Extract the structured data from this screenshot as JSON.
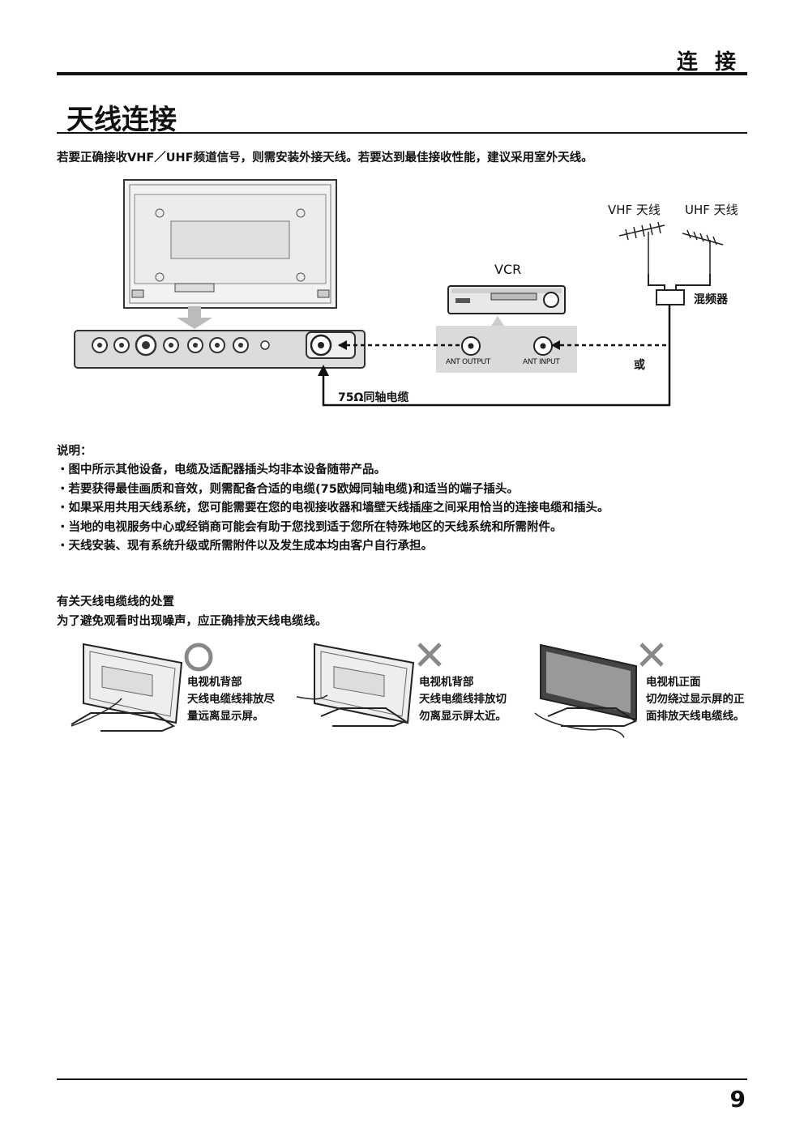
{
  "header": {
    "section_tab": "连 接",
    "page_title": "天线连接",
    "intro": "若要正确接收VHF／UHF频道信号，则需安装外接天线。若要达到最佳接收性能，建议采用室外天线。"
  },
  "diagram": {
    "vhf_label": "VHF 天线",
    "uhf_label": "UHF 天线",
    "mixer_label": "混频器",
    "vcr_label": "VCR",
    "ant_output_label": "ANT OUTPUT",
    "ant_input_label": "ANT INPUT",
    "or_label": "或",
    "cable_label": "75Ω同轴电缆"
  },
  "notes": {
    "title": "说明：",
    "items": [
      "・图中所示其他设备，电缆及适配器插头均非本设备随带产品。",
      "・若要获得最佳画质和音效，则需配备合适的电缆(75欧姆同轴电缆)和适当的端子插头。",
      "・如果采用共用天线系统，您可能需要在您的电视接收器和墙壁天线插座之间采用恰当的连接电缆和插头。",
      "・当地的电视服务中心或经销商可能会有助于您找到适于您所在特殊地区的天线系统和所需附件。",
      "・天线安装、现有系统升级或所需附件以及发生成本均由客户自行承担。"
    ]
  },
  "cable_handling": {
    "title": "有关天线电缆线的处置",
    "description": "为了避免观看时出现噪声，应正确排放天线电缆线。",
    "examples": [
      {
        "symbol": "○",
        "heading": "电视机背部",
        "line1": "天线电缆线排放尽",
        "line2": "量远离显示屏。"
      },
      {
        "symbol": "✕",
        "heading": "电视机背部",
        "line1": "天线电缆线排放切",
        "line2": "勿离显示屏太近。"
      },
      {
        "symbol": "✕",
        "heading": "电视机正面",
        "line1": "切勿绕过显示屏的正",
        "line2": "面排放天线电缆线。"
      }
    ]
  },
  "footer": {
    "page_number": "9"
  }
}
